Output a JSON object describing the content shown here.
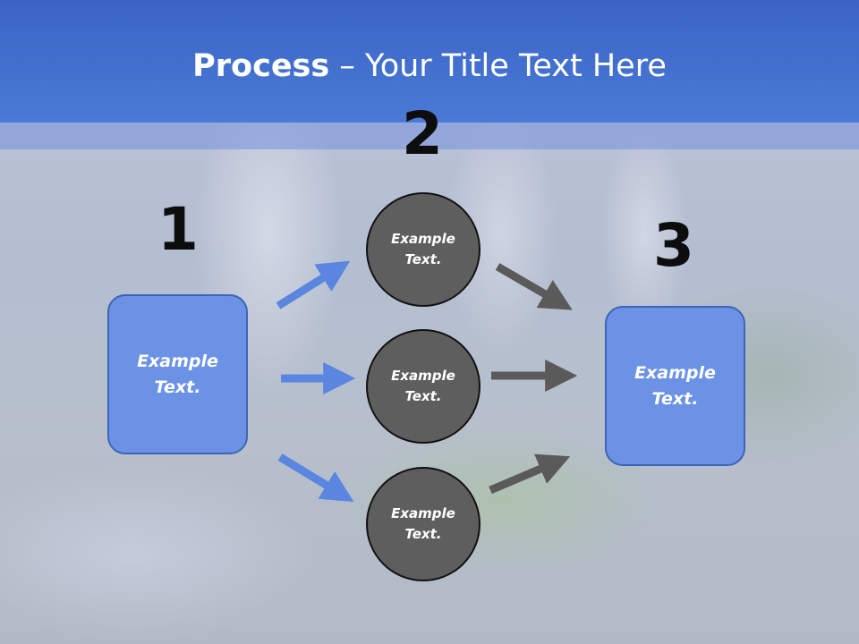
{
  "slide": {
    "title_bold": "Process",
    "title_rest": " – Your Title Text Here"
  },
  "steps": {
    "one": {
      "number": "1",
      "box_text": "Example Text."
    },
    "two": {
      "number": "2",
      "circles": [
        "Example Text.",
        "Example Text.",
        "Example Text."
      ]
    },
    "three": {
      "number": "3",
      "box_text": "Example Text."
    }
  },
  "colors": {
    "title_bar": "#4a7ad6",
    "box_fill": "#6b92e4",
    "circle_fill": "#5e5e5e",
    "blue_arrow": "#5b86e0",
    "gray_arrow": "#5a5a5a"
  }
}
